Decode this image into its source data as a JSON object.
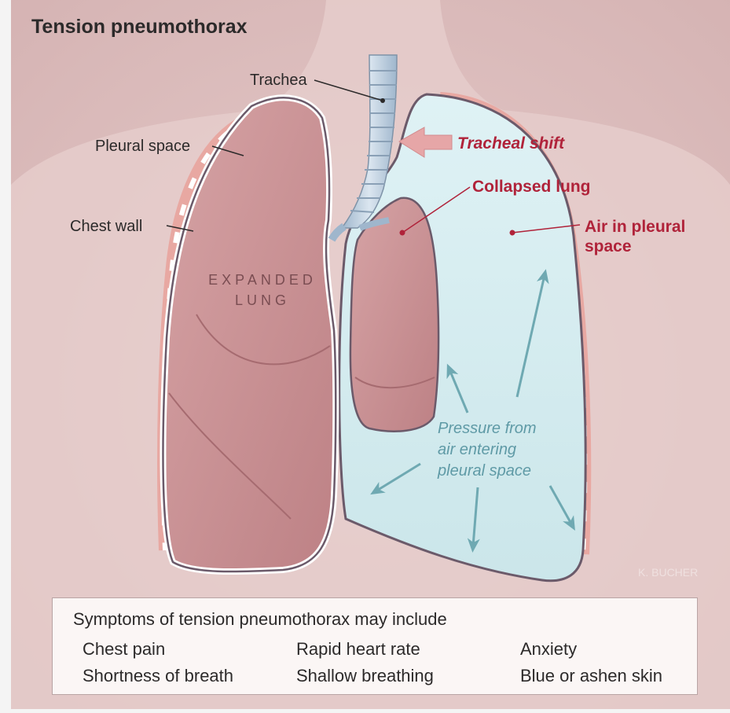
{
  "title": "Tension pneumothorax",
  "labels": {
    "trachea": "Trachea",
    "pleural_space": "Pleural space",
    "chest_wall": "Chest wall",
    "tracheal_shift": "Tracheal shift",
    "collapsed_lung": "Collapsed lung",
    "air_line1": "Air in pleural",
    "air_line2": "space",
    "expanded_line1": "EXPANDED",
    "expanded_line2": "LUNG",
    "pressure_line1": "Pressure from",
    "pressure_line2": "air entering",
    "pressure_line3": "pleural space",
    "signature": "K. BUCHER"
  },
  "symptoms": {
    "title": "Symptoms of tension pneumothorax may include",
    "items": [
      "Chest pain",
      "Rapid heart rate",
      "Anxiety",
      "Shortness of breath",
      "Shallow breathing",
      "Blue or ashen skin"
    ]
  },
  "colors": {
    "background": "#dcbcbc",
    "lung_pink": "#c98e91",
    "pleural_air": "#d4ecef",
    "accent_red": "#b0233a",
    "arrow_teal": "#6fa9b2",
    "label_dark": "#2c2a2a"
  }
}
